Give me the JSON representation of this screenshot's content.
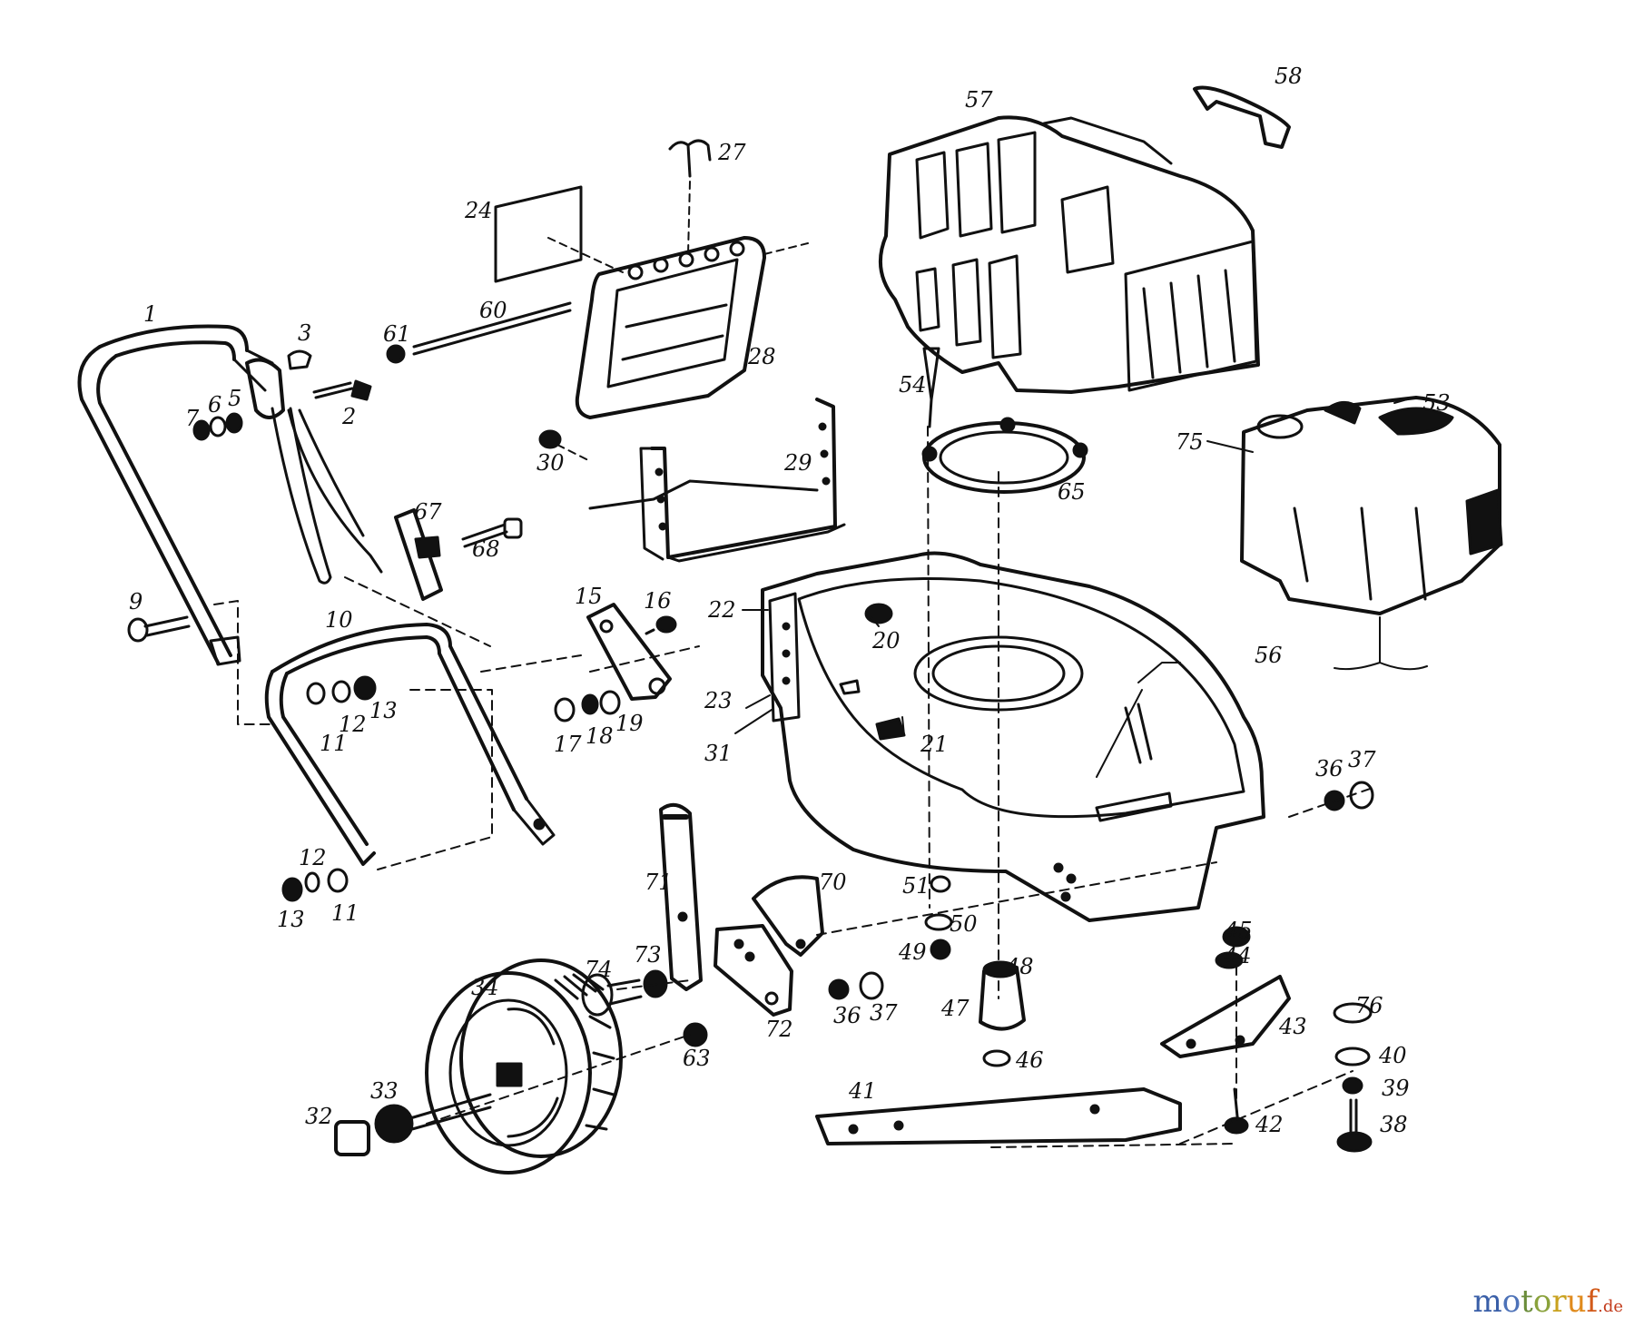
{
  "labels": [
    {
      "id": "1",
      "text": "1"
    },
    {
      "id": "3",
      "text": "3"
    },
    {
      "id": "7",
      "text": "7"
    },
    {
      "id": "6",
      "text": "6"
    },
    {
      "id": "5",
      "text": "5"
    },
    {
      "id": "2",
      "text": "2"
    },
    {
      "id": "9",
      "text": "9"
    },
    {
      "id": "10",
      "text": "10"
    },
    {
      "id": "11a",
      "text": "11"
    },
    {
      "id": "12a",
      "text": "12"
    },
    {
      "id": "13a",
      "text": "13"
    },
    {
      "id": "12b",
      "text": "12"
    },
    {
      "id": "13b",
      "text": "13"
    },
    {
      "id": "11b",
      "text": "11"
    },
    {
      "id": "15",
      "text": "15"
    },
    {
      "id": "16",
      "text": "16"
    },
    {
      "id": "17",
      "text": "17"
    },
    {
      "id": "18",
      "text": "18"
    },
    {
      "id": "19",
      "text": "19"
    },
    {
      "id": "20",
      "text": "20"
    },
    {
      "id": "21",
      "text": "21"
    },
    {
      "id": "22",
      "text": "22"
    },
    {
      "id": "23",
      "text": "23"
    },
    {
      "id": "24",
      "text": "24"
    },
    {
      "id": "27",
      "text": "27"
    },
    {
      "id": "28",
      "text": "28"
    },
    {
      "id": "29",
      "text": "29"
    },
    {
      "id": "30",
      "text": "30"
    },
    {
      "id": "31",
      "text": "31"
    },
    {
      "id": "32",
      "text": "32"
    },
    {
      "id": "33",
      "text": "33"
    },
    {
      "id": "34",
      "text": "34"
    },
    {
      "id": "36a",
      "text": "36"
    },
    {
      "id": "37a",
      "text": "37"
    },
    {
      "id": "36b",
      "text": "36"
    },
    {
      "id": "37b",
      "text": "37"
    },
    {
      "id": "38",
      "text": "38"
    },
    {
      "id": "39",
      "text": "39"
    },
    {
      "id": "40",
      "text": "40"
    },
    {
      "id": "41",
      "text": "41"
    },
    {
      "id": "42",
      "text": "42"
    },
    {
      "id": "43",
      "text": "43"
    },
    {
      "id": "44",
      "text": "44"
    },
    {
      "id": "45",
      "text": "45"
    },
    {
      "id": "46",
      "text": "46"
    },
    {
      "id": "47",
      "text": "47"
    },
    {
      "id": "48",
      "text": "48"
    },
    {
      "id": "49",
      "text": "49"
    },
    {
      "id": "50",
      "text": "50"
    },
    {
      "id": "51",
      "text": "51"
    },
    {
      "id": "53",
      "text": "53"
    },
    {
      "id": "54",
      "text": "54"
    },
    {
      "id": "56",
      "text": "56"
    },
    {
      "id": "57",
      "text": "57"
    },
    {
      "id": "58",
      "text": "58"
    },
    {
      "id": "60",
      "text": "60"
    },
    {
      "id": "61",
      "text": "61"
    },
    {
      "id": "63",
      "text": "63"
    },
    {
      "id": "65",
      "text": "65"
    },
    {
      "id": "67",
      "text": "67"
    },
    {
      "id": "68",
      "text": "68"
    },
    {
      "id": "70",
      "text": "70"
    },
    {
      "id": "71",
      "text": "71"
    },
    {
      "id": "72",
      "text": "72"
    },
    {
      "id": "73",
      "text": "73"
    },
    {
      "id": "74",
      "text": "74"
    },
    {
      "id": "75",
      "text": "75"
    },
    {
      "id": "76",
      "text": "76"
    }
  ],
  "watermark": {
    "chars": [
      "m",
      "o",
      "t",
      "o",
      "r",
      "u",
      "f",
      ".de"
    ]
  },
  "colors": {
    "ink": "#111111",
    "paper": "#ffffff"
  }
}
